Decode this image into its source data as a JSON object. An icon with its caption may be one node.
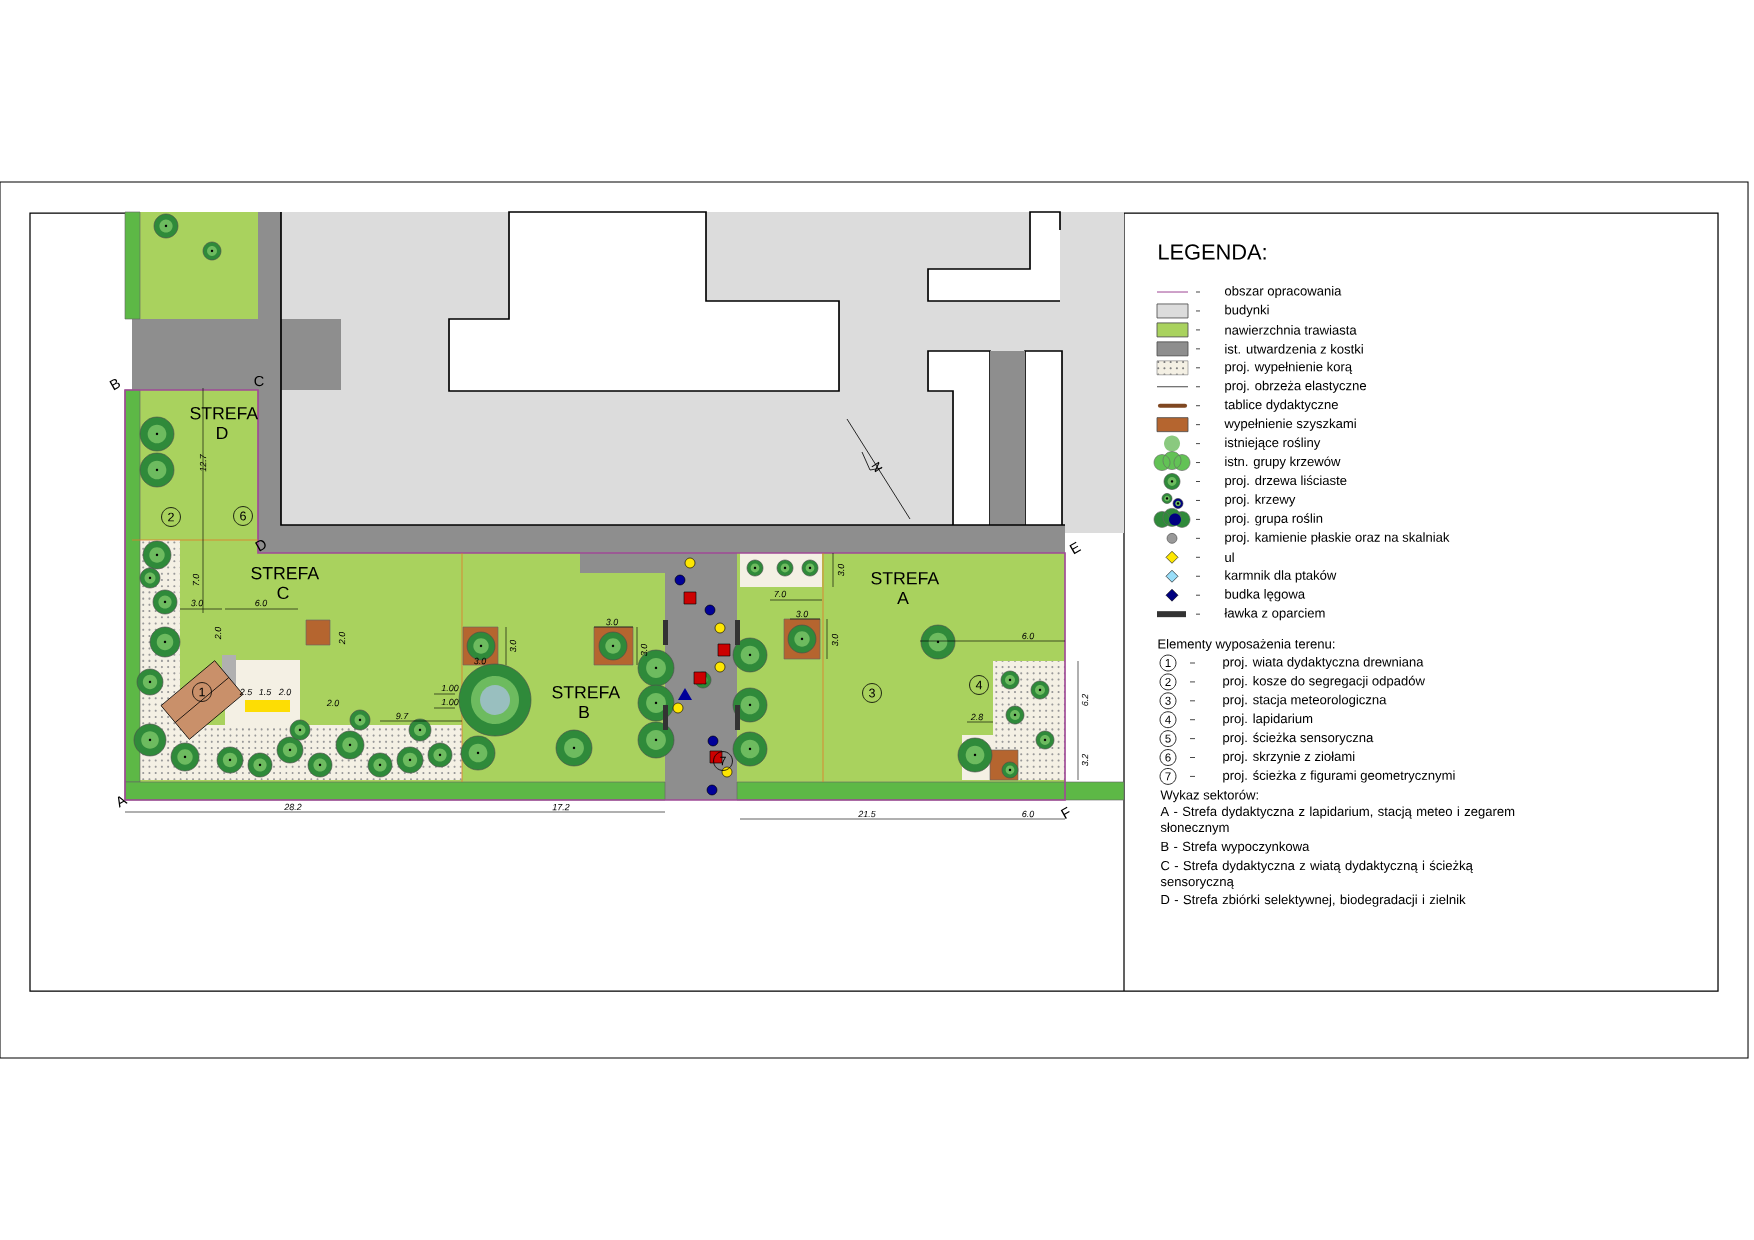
{
  "diagram": {
    "labels": [
      "B",
      "C",
      "STREFA D",
      "12.7",
      "N",
      "2",
      "6",
      "D",
      "E",
      "3.0",
      "STREFA C",
      "7.0",
      "STREFA A",
      "7.0",
      "6.0",
      "3.0",
      "3.0",
      "3.0",
      "2.0",
      "2.0",
      "6.0",
      "3.0",
      "3.0",
      "3.0",
      "3.0",
      "1.00",
      "1",
      "2.5",
      "1.5",
      "2.0",
      "4",
      "3",
      "6.2",
      "STREFA B",
      "1.00",
      "2.0",
      "9.7",
      "2.8",
      "3.2",
      "7",
      "A",
      "28.2",
      "17.2",
      "F",
      "21.5",
      "6.0",
      "LEGENDA:",
      "Elementy wyposażenia terenu:",
      "1",
      "proj. wiata dydaktyczna drewniana",
      "2",
      "proj. kosze do segregacji odpadów",
      "3",
      "proj. stacja meteorologiczna",
      "4",
      "proj. lapidarium",
      "5",
      "proj. ścieżka sensoryczna",
      "6",
      "proj. skrzynie z ziołami",
      "7",
      "proj. ścieżka z figurami geometrycznymi",
      "Wykaz sektorów:",
      "A - Strefa dydaktyczna z lapidarium, stacją meteo i zegarem słonecznym",
      "B - Strefa wypoczynkowa",
      "C - Strefa dydaktyczna z wiatą dydaktyczną i ścieżką sensoryczną",
      "D - Strefa zbiórki selektywnej, biodegradacji i zielnik"
    ],
    "legend": [
      {
        "text": "obszar opracowania"
      },
      {
        "text": "budynki",
        "color": "#dcdcdc"
      },
      {
        "text": "nawierzchnia trawiasta",
        "color": "#a9d25e"
      },
      {
        "text": "ist. utwardzenia z kostki",
        "color": "#8e8e8e"
      },
      {
        "text": "proj. wypełnienie korą"
      },
      {
        "text": "proj. obrzeża elastyczne"
      },
      {
        "text": "tablice dydaktyczne"
      },
      {
        "text": "wypełnienie szyszkami",
        "color": "#b5652f"
      },
      {
        "text": "istniejące rośliny"
      },
      {
        "text": "istn. grupy krzewów"
      },
      {
        "text": "proj. drzewa liściaste"
      },
      {
        "text": "proj. krzewy"
      },
      {
        "text": "proj. grupa roślin"
      },
      {
        "text": "proj. kamienie płaskie oraz na skalniak"
      },
      {
        "text": "ul"
      },
      {
        "text": "karmnik dla ptaków"
      },
      {
        "text": "budka lęgowa"
      },
      {
        "text": "ławka z oparciem"
      }
    ]
  }
}
